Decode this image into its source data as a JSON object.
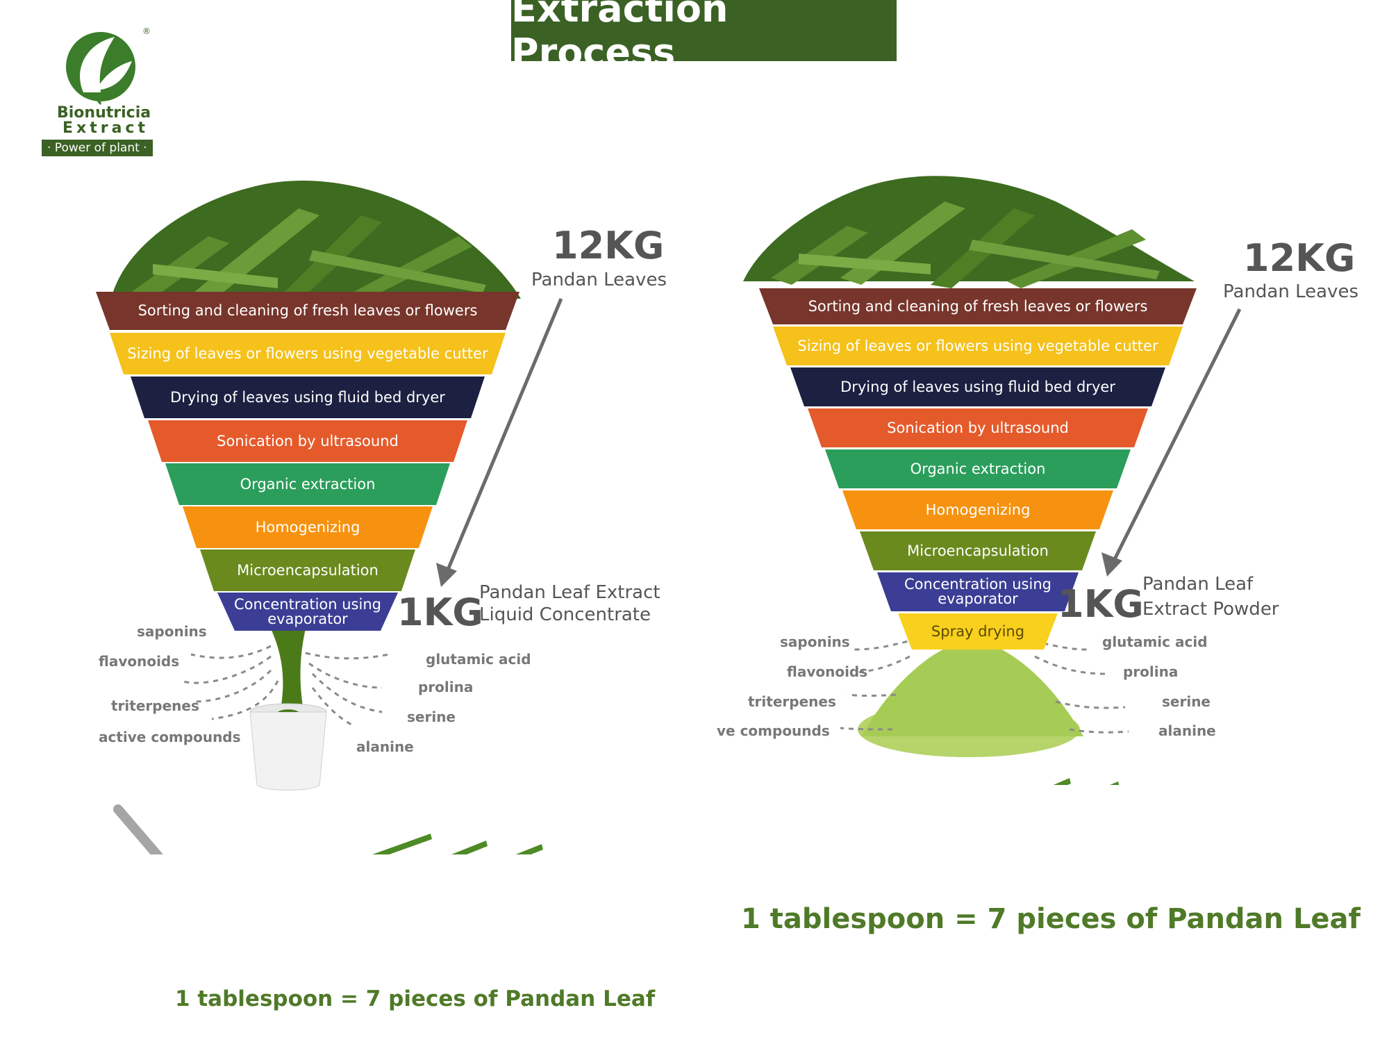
{
  "title": "Extraction Process",
  "logo": {
    "name_line1": "Bionutricia",
    "name_line2": "Extract",
    "tagline": "· Power of plant ·",
    "registered": "®"
  },
  "colors": {
    "brand_green": "#3b6124",
    "equivalence_green": "#4f7a28",
    "kg_gray": "#555555",
    "compound_gray": "#777777"
  },
  "left": {
    "input_amount": "12KG",
    "input_label": "Pandan Leaves",
    "output_amount": "1KG",
    "output_label_line1": "Pandan Leaf Extract",
    "output_label_line2": "Liquid Concentrate",
    "steps": [
      {
        "label": "Sorting and cleaning of fresh leaves or flowers",
        "color": "#77352b"
      },
      {
        "label": "Sizing of leaves or flowers using vegetable cutter",
        "color": "#f5c11a"
      },
      {
        "label": "Drying of leaves using fluid bed dryer",
        "color": "#1c2142"
      },
      {
        "label": "Sonication by ultrasound",
        "color": "#e55a2b"
      },
      {
        "label": "Organic extraction",
        "color": "#2b9e5b"
      },
      {
        "label": "Homogenizing",
        "color": "#f6920f"
      },
      {
        "label": "Microencapsulation",
        "color": "#6a8a1e"
      },
      {
        "label": "Concentration using evaporator",
        "color": "#3b3e94"
      }
    ],
    "compounds_left": [
      "saponins",
      "flavonoids",
      "triterpenes",
      "active compounds"
    ],
    "compounds_right": [
      "glutamic acid",
      "prolina",
      "serine",
      "alanine"
    ],
    "equivalence": "1 tablespoon = 7 pieces of Pandan Leaf"
  },
  "right": {
    "input_amount": "12KG",
    "input_label": "Pandan Leaves",
    "output_amount": "1KG",
    "output_label_line1": "Pandan Leaf",
    "output_label_line2": "Extract Powder",
    "steps": [
      {
        "label": "Sorting and cleaning of fresh leaves or flowers",
        "color": "#77352b"
      },
      {
        "label": "Sizing of leaves or flowers using vegetable cutter",
        "color": "#f5c11a"
      },
      {
        "label": "Drying of leaves using fluid bed dryer",
        "color": "#1c2142"
      },
      {
        "label": "Sonication by ultrasound",
        "color": "#e55a2b"
      },
      {
        "label": "Organic extraction",
        "color": "#2b9e5b"
      },
      {
        "label": "Homogenizing",
        "color": "#f6920f"
      },
      {
        "label": "Microencapsulation",
        "color": "#6a8a1e"
      },
      {
        "label": "Concentration using evaporator",
        "color": "#3b3e94"
      },
      {
        "label": "Spray drying",
        "color": "#f9d01e"
      }
    ],
    "compounds_left": [
      "saponins",
      "flavonoids",
      "triterpenes",
      "ve compounds"
    ],
    "compounds_right": [
      "glutamic acid",
      "prolina",
      "serine",
      "alanine"
    ],
    "equivalence": "1 tablespoon = 7 pieces of Pandan Leaf"
  }
}
